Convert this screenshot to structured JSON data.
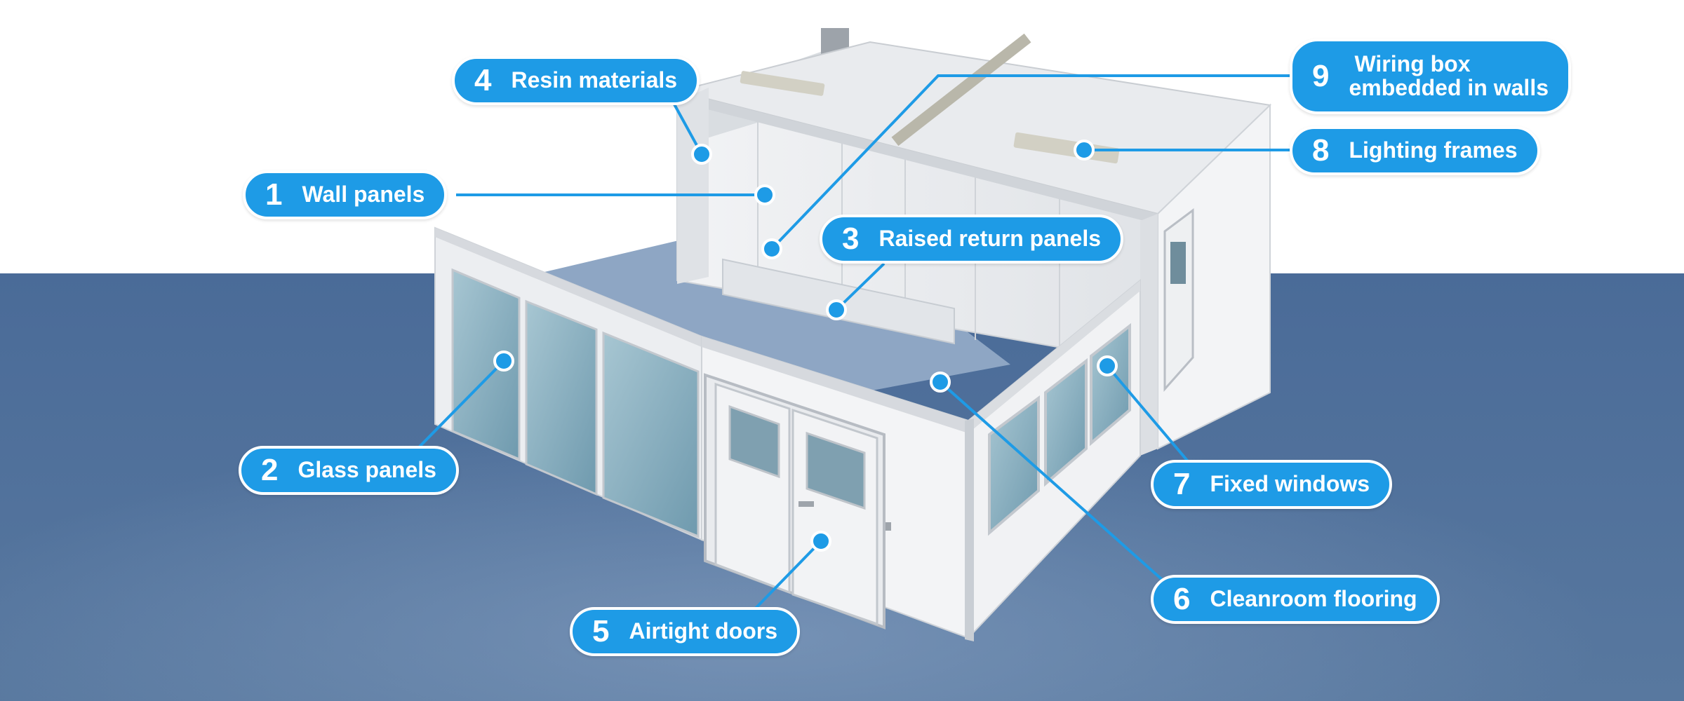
{
  "callouts": [
    {
      "num": "1",
      "label": "Wall panels"
    },
    {
      "num": "2",
      "label": "Glass panels"
    },
    {
      "num": "3",
      "label": "Raised return panels"
    },
    {
      "num": "4",
      "label": "Resin materials"
    },
    {
      "num": "5",
      "label": "Airtight doors"
    },
    {
      "num": "6",
      "label": "Cleanroom flooring"
    },
    {
      "num": "7",
      "label": "Fixed windows"
    },
    {
      "num": "8",
      "label": "Lighting frames"
    },
    {
      "num": "9",
      "label_line1": "Wiring box",
      "label_line2": "embedded in walls"
    }
  ],
  "colors": {
    "callout_fill": "#1e9be6",
    "leader_line": "#1e9be6",
    "floor": "#4d6e9c",
    "wall_panel": "#e6e8eb",
    "glass": "#8fb6c6",
    "background": "#ffffff"
  }
}
